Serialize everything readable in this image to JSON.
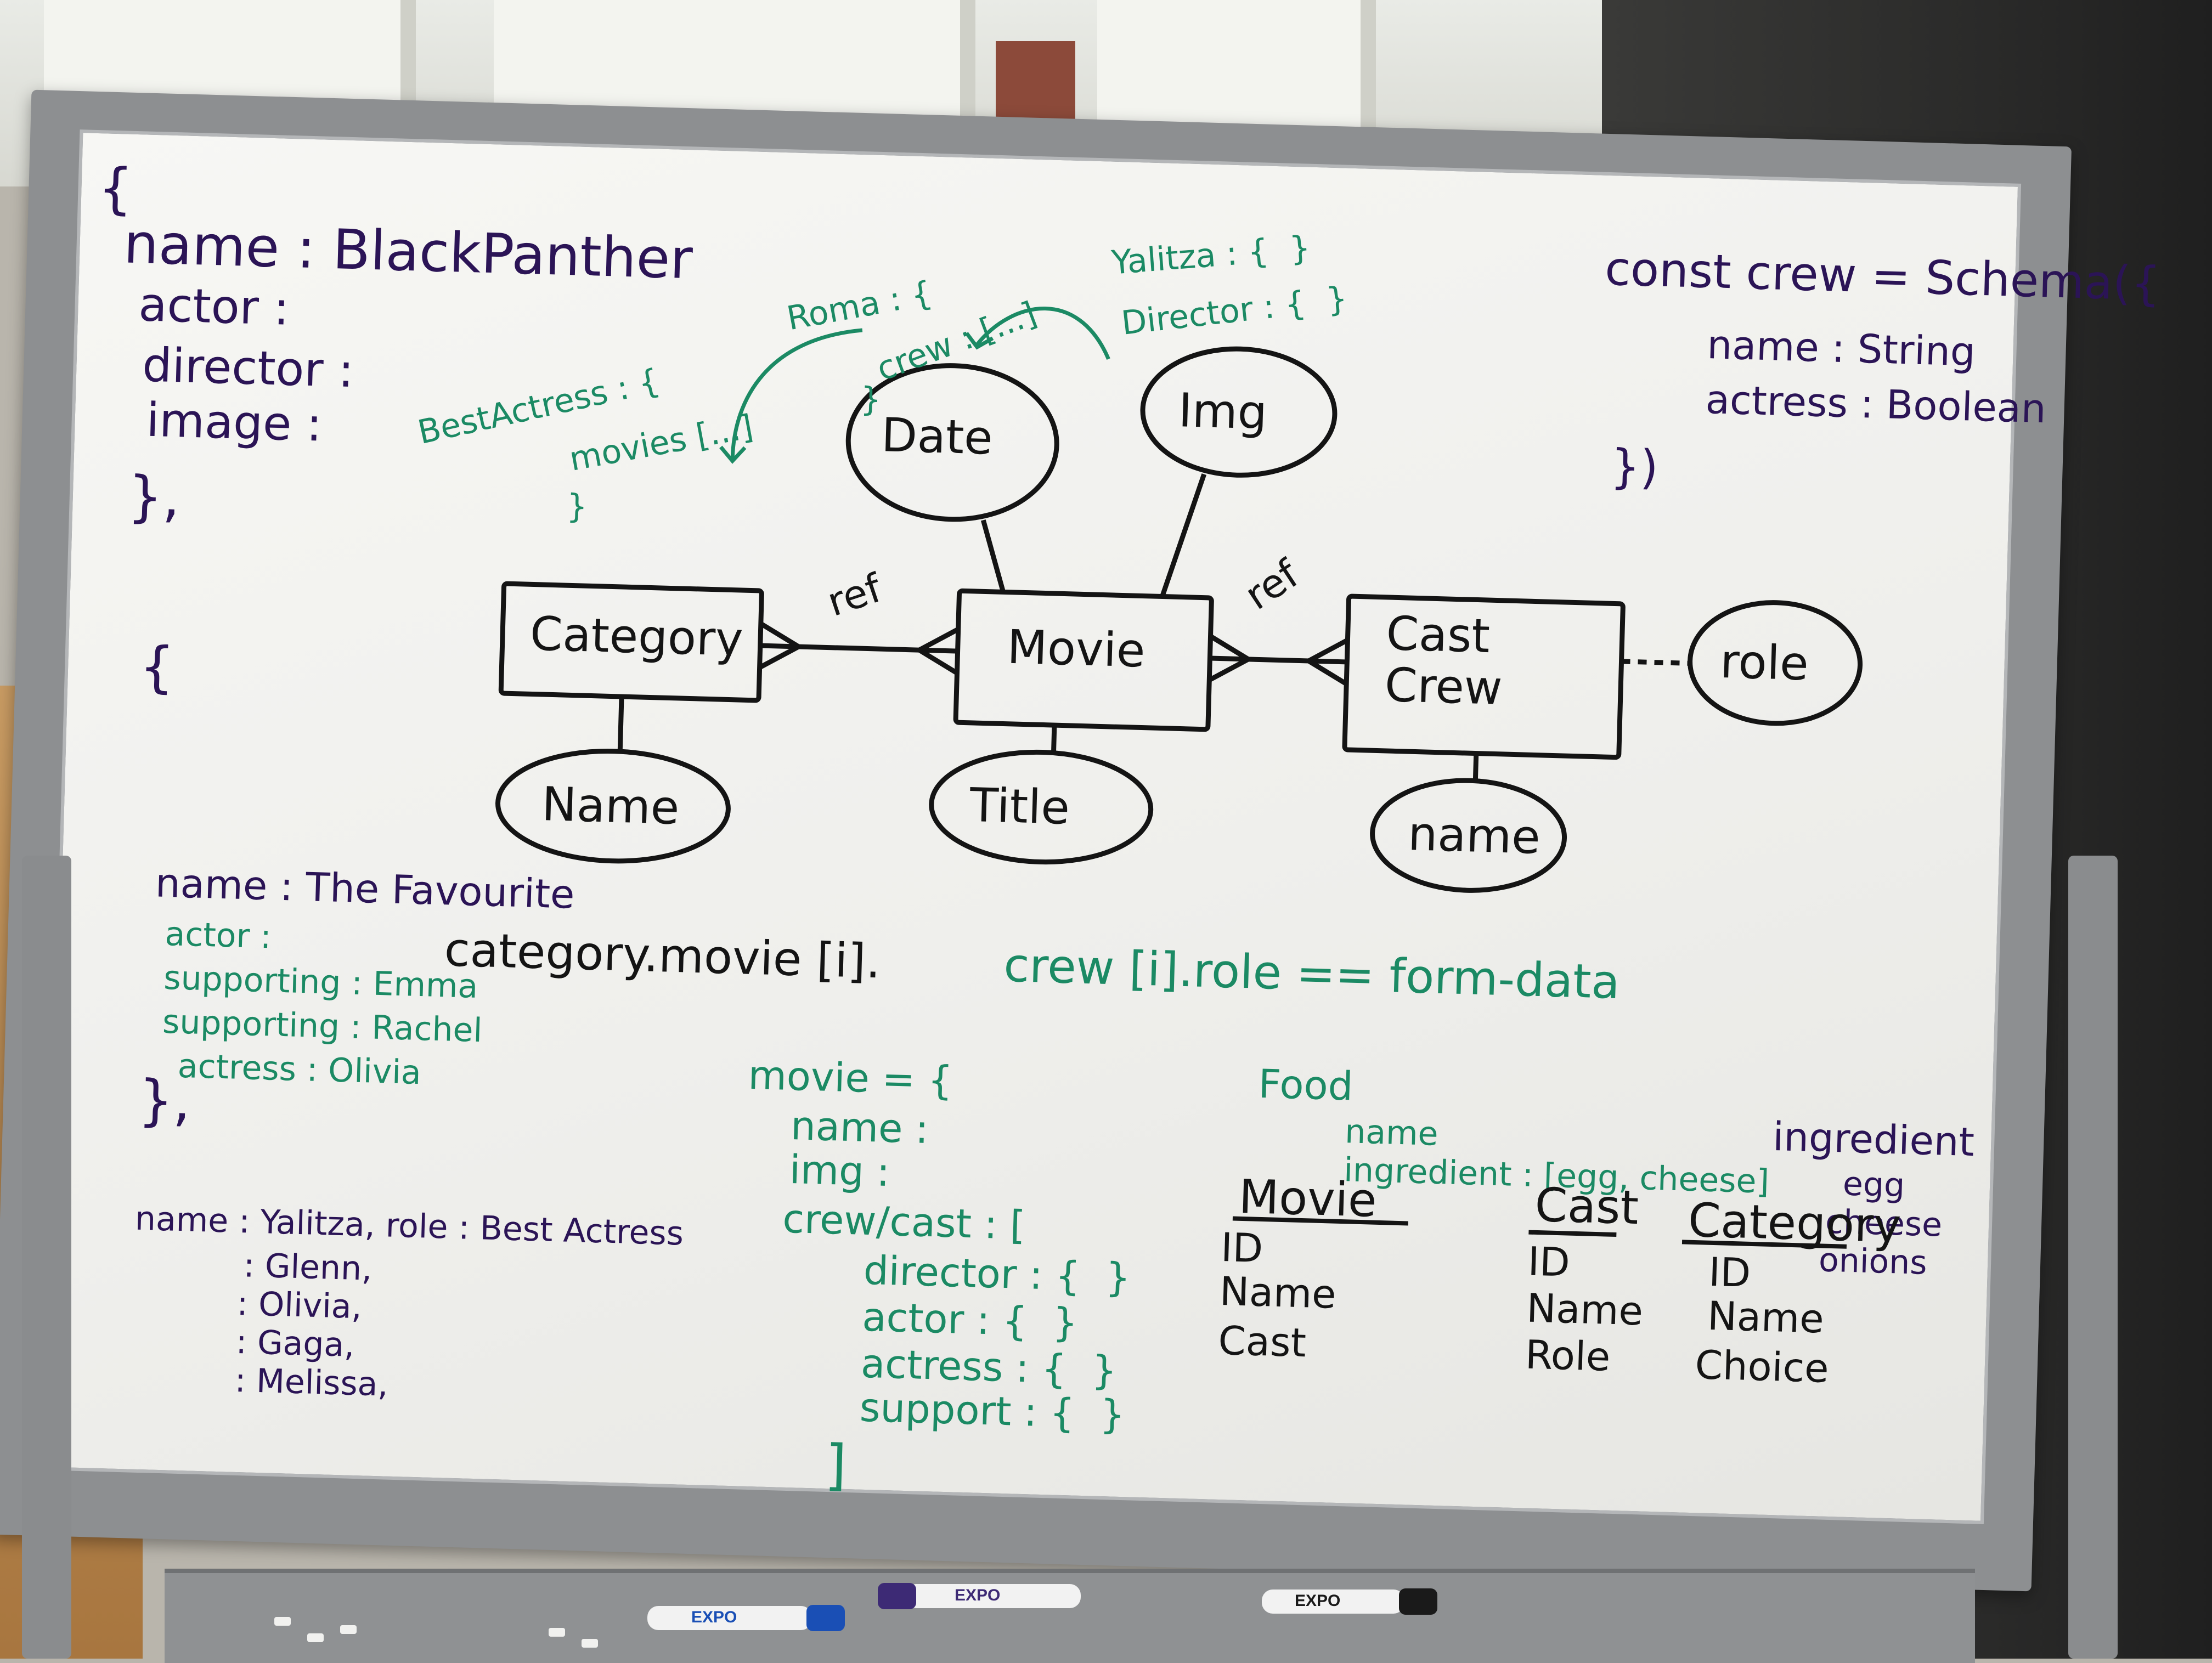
{
  "board": {
    "top_left": {
      "open_brace": "{",
      "line1": "name : BlackPanther",
      "line2": "actor :",
      "line3": "director :",
      "line4": "image :",
      "close": "},",
      "open2": "{"
    },
    "teal_notes": {
      "roma": "Roma : {",
      "crew": "crew : [...]",
      "crew_close": "}",
      "best_actress": "BestActress : {",
      "movies": "movies [...]",
      "best_close": "}",
      "yalitza": "Yalitza : {  }",
      "director": "Director : {  }"
    },
    "schema": {
      "line1": "const crew = Schema({",
      "line2": "name : String",
      "line3": "actress : Boolean",
      "line4": "})"
    },
    "er_diagram": {
      "category": "Category",
      "movie": "Movie",
      "cast_crew": "Cast\nCrew",
      "date": "Date",
      "img": "Img",
      "name_attr": "Name",
      "title_attr": "Title",
      "name_attr2": "name",
      "role": "role",
      "ref_left": "ref",
      "ref_right": "ref"
    },
    "favourite": {
      "name": "name : The Favourite",
      "code_black": "category.movie [i].",
      "code_teal": "crew [i].role == form-data",
      "actor": "actor :",
      "support1": "supporting : Emma",
      "support2": "supporting : Rachel",
      "actress": "actress : Olivia",
      "close": "},"
    },
    "movie_obj": {
      "l1": "movie = {",
      "l2": "name :",
      "l3": "img :",
      "l4": "crew/cast : [",
      "l5": "director : {  }",
      "l6": "actor : {  }",
      "l7": "actress : {  }",
      "l8": "support : {  }",
      "l9": "]"
    },
    "food": {
      "l1": "Food",
      "l2": "name",
      "l3": "ingredient : [egg, cheese]"
    },
    "ingredient": {
      "title": "ingredient",
      "items": [
        "egg",
        "cheese",
        "onions"
      ]
    },
    "names_list": {
      "l1": "name : Yalitza, role : Best Actress",
      "l2": ": Glenn,",
      "l3": ": Olivia,",
      "l4": ": Gaga,",
      "l5": ": Melissa,"
    },
    "tables": [
      {
        "title": "Movie",
        "rows": [
          "ID",
          "Name",
          "Cast"
        ]
      },
      {
        "title": "Cast",
        "rows": [
          "ID",
          "Name",
          "Role"
        ]
      },
      {
        "title": "Category",
        "rows": [
          "ID",
          "Name",
          "Choice"
        ]
      }
    ]
  },
  "tray": {
    "marker1": "EXPO",
    "marker2": "EXPO",
    "marker3": "EXPO"
  },
  "colors": {
    "purple_ink": "#2b1456",
    "teal_ink": "#1b8a64",
    "black_ink": "#141414"
  }
}
